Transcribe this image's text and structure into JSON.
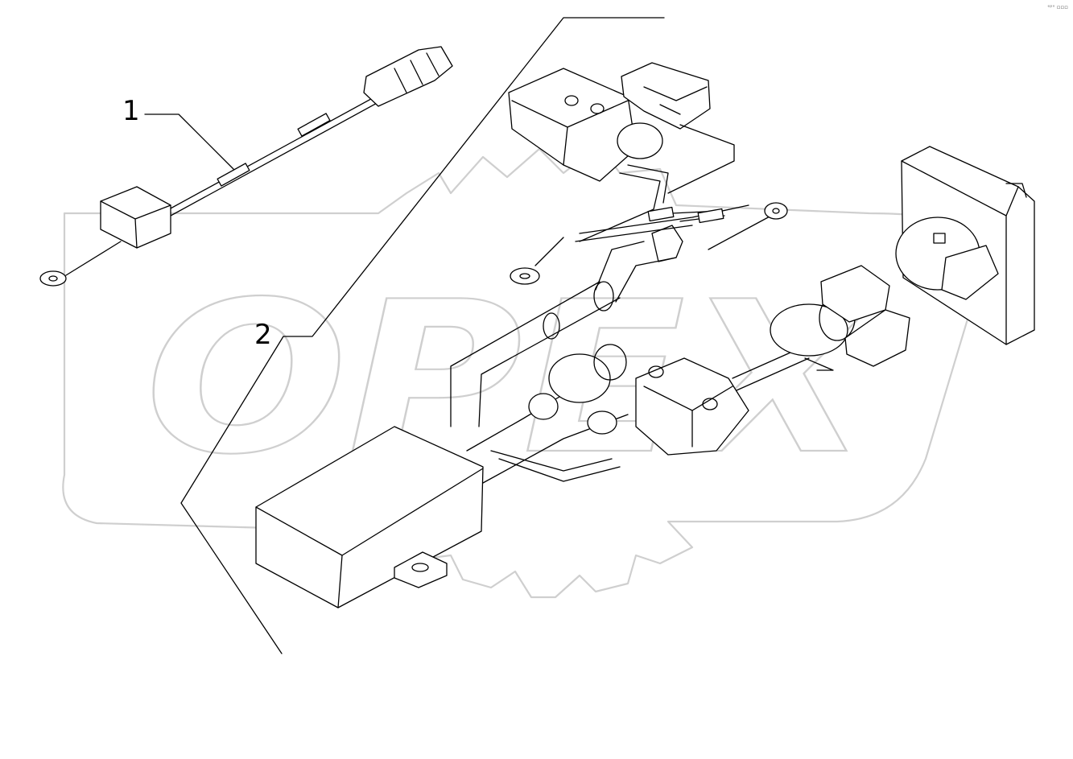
{
  "callouts": [
    {
      "id": "1",
      "label": "1"
    },
    {
      "id": "2",
      "label": "2"
    }
  ],
  "watermark": {
    "text": "OPEX",
    "color": "#cfcfcf"
  },
  "corner_mark": "ᵉᵖˣ ▫▫▫",
  "line_color": "#000000",
  "background": "#ffffff"
}
